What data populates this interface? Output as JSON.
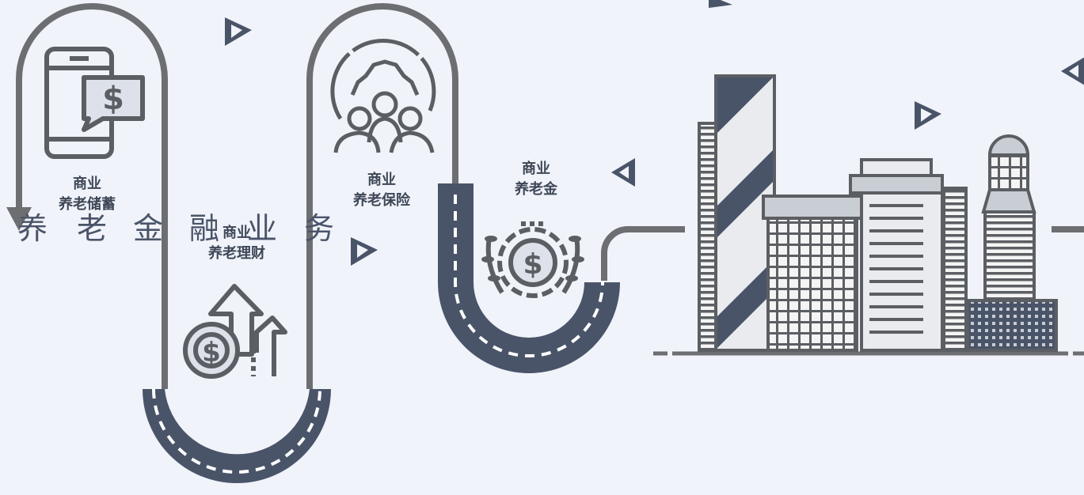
{
  "title": {
    "chars": [
      "养",
      "老",
      "金",
      "融",
      "业",
      "务"
    ]
  },
  "nodes": [
    {
      "id": "savings",
      "line1": "商业",
      "line2": "养老储蓄",
      "icon": "phone-dollar-icon"
    },
    {
      "id": "wealth",
      "line1": "商业",
      "line2": "养老理财",
      "icon": "coin-growth-icon"
    },
    {
      "id": "insurance",
      "line1": "商业",
      "line2": "养老保险",
      "icon": "gear-people-icon"
    },
    {
      "id": "pension",
      "line1": "商业",
      "line2": "养老金",
      "icon": "dollar-gear-wreath-icon"
    }
  ],
  "colors": {
    "background": "#f0f3f9",
    "line": "#6c6e72",
    "road": "#4a5469",
    "icon": "#5b5e63",
    "text": "#3e4757"
  }
}
